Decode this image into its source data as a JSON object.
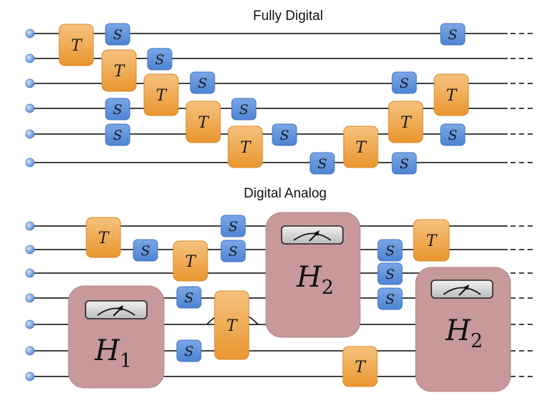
{
  "titles": {
    "top": "Fully Digital",
    "bottom": "Digital Analog"
  },
  "labels": {
    "t_gate": "T",
    "s_gate": "S",
    "h1_main": "H",
    "h1_sub": "1",
    "h2_main": "H",
    "h2_sub": "2"
  },
  "colors": {
    "wire": "#000000",
    "qubit_node": "#6f9fd8",
    "t_gate": "#f0a94a",
    "s_gate": "#5b8fd9",
    "hamiltonian": "#c7999a",
    "meter_box": "#d6d6d6"
  },
  "icons": {
    "qubit": "circle-node-icon",
    "meter": "meter-gauge-icon",
    "continuation": "dashed-line-icon"
  }
}
